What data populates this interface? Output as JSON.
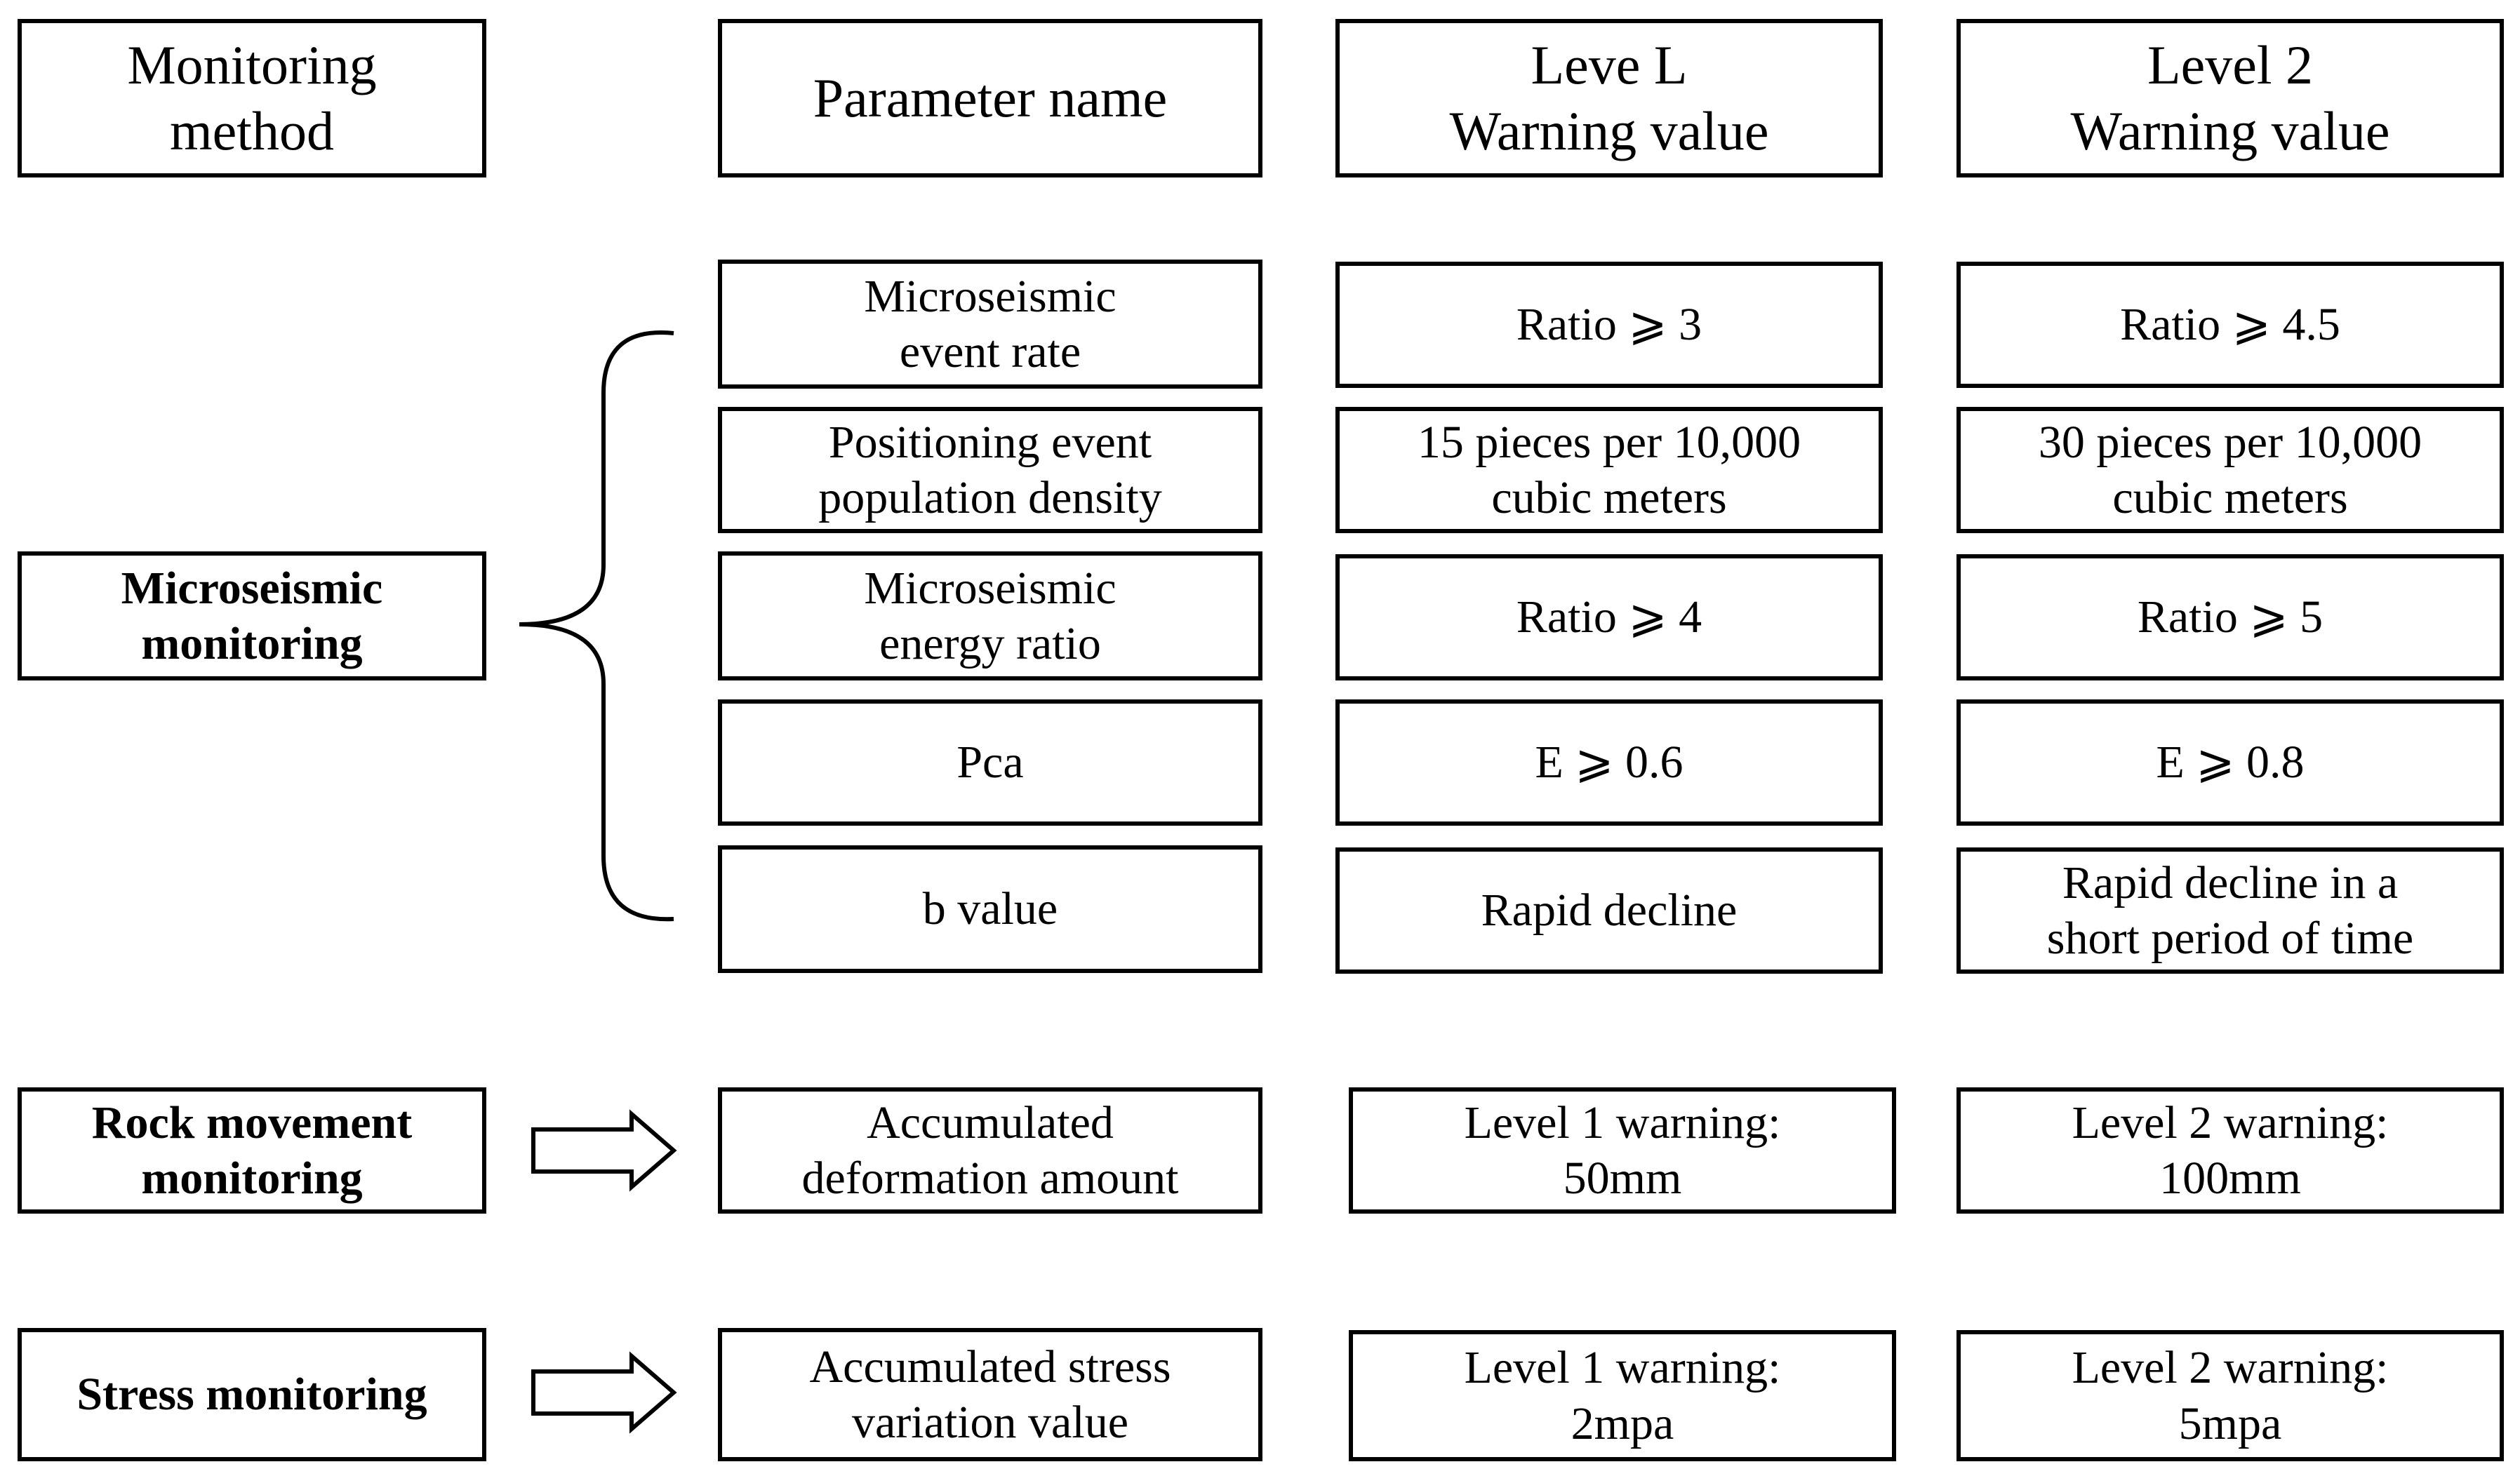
{
  "headers": {
    "method": "Monitoring\nmethod",
    "parameter": "Parameter name",
    "level1": "Leve L\nWarning value",
    "level2": "Level 2\nWarning value"
  },
  "methods": {
    "microseismic": "Microseismic\nmonitoring",
    "rock": "Rock movement\nmonitoring",
    "stress": "Stress monitoring"
  },
  "microseismic_rows": [
    {
      "param": "Microseismic\nevent rate",
      "level1": "Ratio ⩾ 3",
      "level2": "Ratio ⩾ 4.5"
    },
    {
      "param": "Positioning event\npopulation density",
      "level1": "15 pieces per 10,000\ncubic meters",
      "level2": "30 pieces per 10,000\ncubic meters"
    },
    {
      "param": "Microseismic\nenergy ratio",
      "level1": "Ratio ⩾ 4",
      "level2": "Ratio ⩾ 5"
    },
    {
      "param": "Pca",
      "level1": "E ⩾ 0.6",
      "level2": "E ⩾ 0.8"
    },
    {
      "param": "b value",
      "level1": "Rapid decline",
      "level2": "Rapid decline in a\nshort period of time"
    }
  ],
  "rock_row": {
    "param": "Accumulated\ndeformation amount",
    "level1": "Level 1 warning:\n50mm",
    "level2": "Level 2 warning:\n100mm"
  },
  "stress_row": {
    "param": "Accumulated stress\nvariation value",
    "level1": "Level 1 warning:\n2mpa",
    "level2": "Level 2 warning:\n5mpa"
  }
}
